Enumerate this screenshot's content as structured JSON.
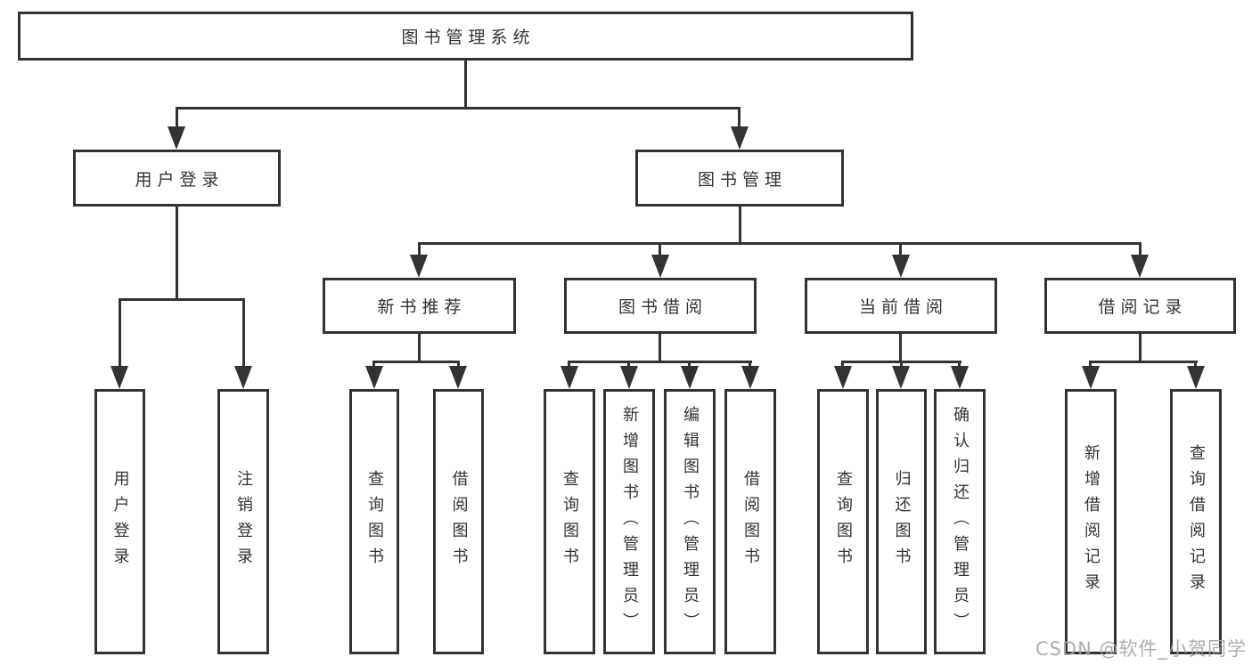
{
  "tree": {
    "root": "图书管理系统",
    "branches": [
      {
        "label": "用户登录",
        "leaves": [
          "用户登录",
          "注销登录"
        ]
      },
      {
        "label": "图书管理",
        "groups": [
          {
            "label": "新书推荐",
            "leaves": [
              "查询图书",
              "借阅图书"
            ]
          },
          {
            "label": "图书借阅",
            "leaves": [
              "查询图书",
              "新增图书（管理员）",
              "编辑图书（管理员）",
              "借阅图书"
            ]
          },
          {
            "label": "当前借阅",
            "leaves": [
              "查询图书",
              "归还图书",
              "确认归还（管理员）"
            ]
          },
          {
            "label": "借阅记录",
            "leaves": [
              "新增借阅记录",
              "查询借阅记录"
            ]
          }
        ]
      }
    ]
  },
  "watermark": {
    "text": "CSDN @软件_小贺同学"
  },
  "colors": {
    "line": "#333333",
    "box_border": "#333333",
    "box_fill": "#ffffff",
    "text": "#333333",
    "watermark": "#a5a5a5",
    "background": "#ffffff"
  }
}
